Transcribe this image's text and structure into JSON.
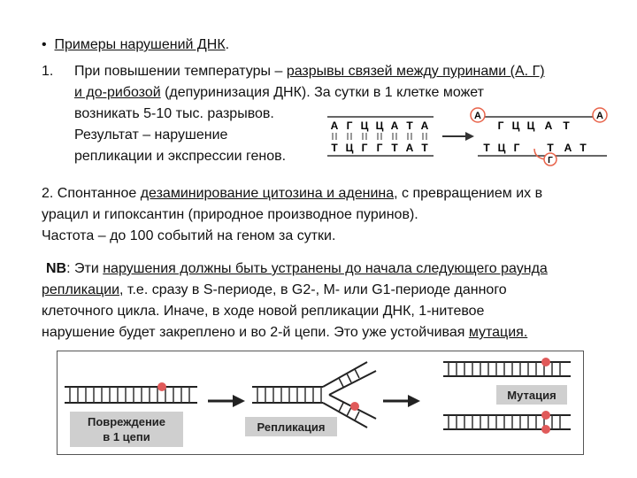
{
  "bullet": {
    "marker": "•",
    "text": "Примеры нарушений ДНК",
    "tail": "."
  },
  "item1": {
    "num": "1.",
    "l1_pre": "При повышении температуры – ",
    "l1_u": "разрывы связей между пуринами (А. Г)",
    "l2_u": "и до-рибозой",
    "l2_post": " (депуринизация ДНК). За сутки в 1 клетке может",
    "l3": "возникать 5-10 тыс. разрывов.",
    "l4": "Результат – нарушение",
    "l5": "репликации и экспрессии генов."
  },
  "item2": {
    "l1_pre": "2. Спонтанное ",
    "l1_u": "дезаминирование цитозина и аденина",
    "l1_post": ", с превращением их в",
    "l2": "урацил и гипоксантин (природное производное пуринов).",
    "l3": "Частота – до 100 событий на геном за сутки."
  },
  "nb": {
    "label": "NB",
    "l1_a": ": Эти ",
    "l1_u": "нарушения должны быть устранены до начала следующего раунда",
    "l2_u": "репликации",
    "l2_post": ", т.е. сразу в S-периоде, в G2-, M- или G1-периоде данного",
    "l3": "клеточного цикла. Иначе, в ходе новой репликации ДНК, 1-нитевое",
    "l4_pre": "нарушение будет закреплено и во 2-й цепи. Это уже устойчивая ",
    "l4_u": "мутация."
  },
  "depurination": {
    "top_left": [
      "А",
      "Г",
      "Ц",
      "Ц",
      "А",
      "Т",
      "А"
    ],
    "bottom_left": [
      "Т",
      "Ц",
      "Г",
      "Г",
      "Т",
      "А",
      "Т"
    ],
    "top_right": [
      "Г",
      "Ц",
      "Ц",
      "А",
      "Т"
    ],
    "bottom_right": [
      "Т",
      "Ц",
      "Г",
      "Т",
      "А",
      "Т"
    ],
    "lost_a": "А",
    "lost_g": "Г",
    "accent": "#e8634a"
  },
  "replication": {
    "label_damage": "Повреждение\nв 1 цепи",
    "label_replication": "Репликация",
    "label_mutation": "Мутация",
    "damage_color": "#e05a5a",
    "label_bg": "#cfcfcf"
  }
}
